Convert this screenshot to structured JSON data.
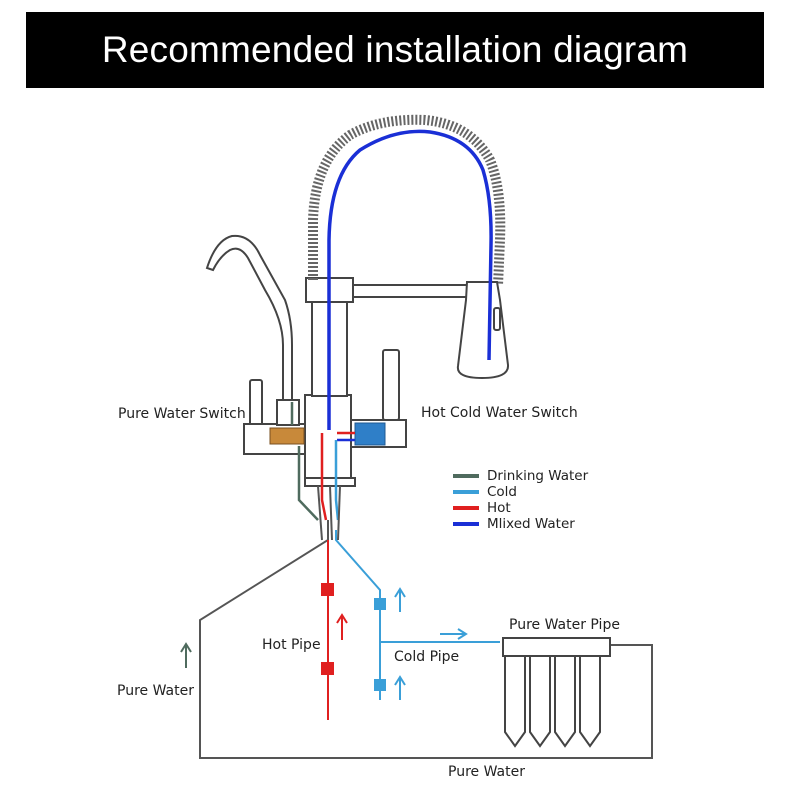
{
  "header": {
    "title": "Recommended installation diagram"
  },
  "labels": {
    "pure_water_switch": "Pure Water Switch",
    "hot_cold_water_switch": "Hot Cold Water Switch",
    "hot_pipe": "Hot Pipe",
    "cold_pipe": "Cold Pipe",
    "pure_water_left": "Pure Water",
    "pure_water_bottom": "Pure Water",
    "pure_water_pipe": "Pure Water Pipe"
  },
  "legend": {
    "items": [
      {
        "label": "Drinking Water",
        "color": "#4f6b5e"
      },
      {
        "label": "Cold",
        "color": "#3a9fd8"
      },
      {
        "label": "Hot",
        "color": "#e02020"
      },
      {
        "label": "Mlixed Water",
        "color": "#1a2fd6"
      }
    ]
  },
  "colors": {
    "drinking": "#4f6b5e",
    "cold": "#3a9fd8",
    "hot": "#e02020",
    "mixed": "#1a2fd6",
    "outline": "#555555"
  }
}
